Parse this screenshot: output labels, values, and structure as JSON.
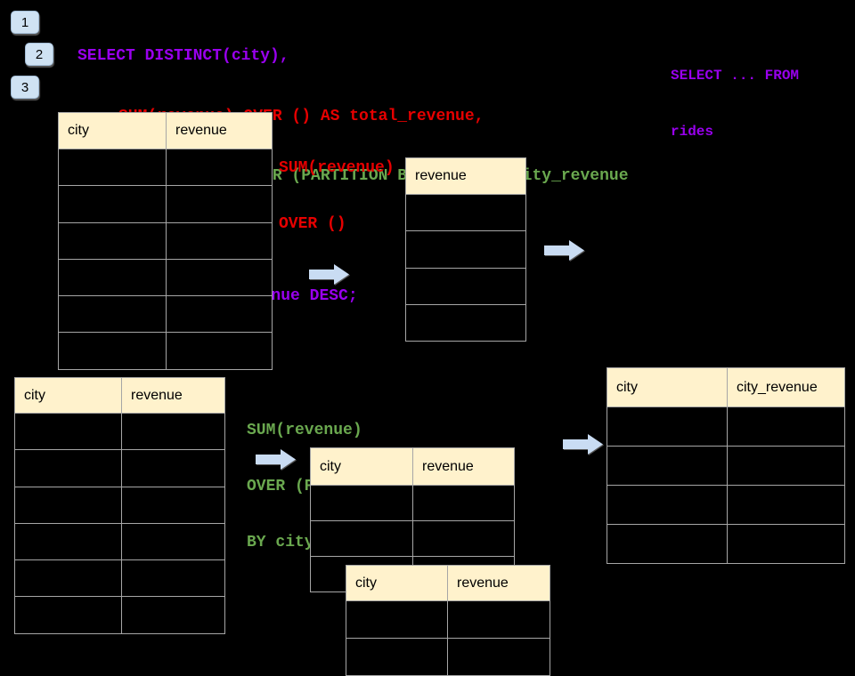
{
  "slide": {
    "badges": [
      "1",
      "2",
      "3"
    ],
    "sql_code": {
      "lines": [
        {
          "text": "SELECT DISTINCT(city),",
          "color": "purple"
        },
        {
          "text": "SUM(revenue) OVER () AS total_revenue,",
          "color": "red"
        },
        {
          "text": "SUM(revenue) OVER (PARTITION BY city) as city_revenue",
          "color": "green"
        },
        {
          "text": "FROM rides",
          "color": "purple"
        },
        {
          "text": "ORDER by city_revenue DESC;",
          "color": "purple"
        }
      ]
    },
    "side_note": {
      "lines": [
        "SELECT ... FROM",
        "rides"
      ],
      "color": "purple"
    },
    "labels": {
      "total_revenue": {
        "lines": [
          "SUM(revenue)",
          "OVER ()"
        ],
        "color": "red"
      },
      "partition": {
        "lines": [
          "SUM(revenue)",
          "OVER (PARTITION",
          "BY city)"
        ],
        "color": "green"
      }
    },
    "tables": {
      "source_top": {
        "headers": [
          "city",
          "revenue"
        ],
        "body_rows": 6
      },
      "total_revenue": {
        "headers": [
          "revenue"
        ],
        "body_rows": 4
      },
      "source_bottom": {
        "headers": [
          "city",
          "revenue"
        ],
        "body_rows": 6
      },
      "partition_mid": {
        "headers": [
          "city",
          "revenue"
        ],
        "body_rows": 3
      },
      "partition_overlay": {
        "headers": [
          "city",
          "revenue"
        ],
        "body_rows": 2
      },
      "result_city_revenue": {
        "headers": [
          "city",
          "city_revenue"
        ],
        "body_rows": 4
      }
    },
    "colors": {
      "background": "#000000",
      "sql_purple": "#9900ee",
      "sql_red": "#e60000",
      "sql_green": "#6aa84f",
      "table_header_fill": "#fff2cc",
      "table_border": "#a6a6a6",
      "arrow_fill": "#c9dcf3",
      "badge_fill": "#cfe2f3"
    }
  }
}
